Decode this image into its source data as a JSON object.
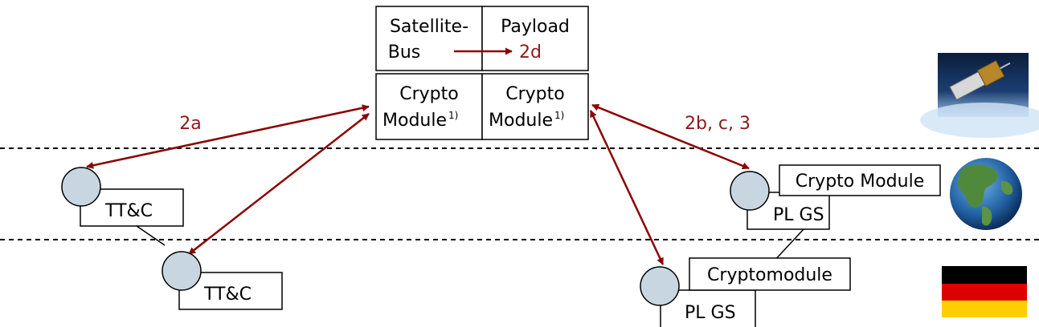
{
  "satellite": {
    "bus_line1": "Satellite-",
    "bus_line2": "Bus",
    "payload": "Payload",
    "link_2d": "2d",
    "crypto_left_line1": "Crypto",
    "crypto_left_line2": "Module",
    "crypto_left_sup": "1)",
    "crypto_right_line1": "Crypto",
    "crypto_right_line2": "Module",
    "crypto_right_sup": "1)"
  },
  "links": {
    "label_2a": "2a",
    "label_2bc3": "2b, c, 3"
  },
  "ground": {
    "ttc_upper": "TT&C",
    "ttc_lower": "TT&C",
    "crypto_module_upper": "Crypto Module",
    "plgs_upper": "PL GS",
    "cryptomodule_lower": "Cryptomodule",
    "plgs_lower": "PL GS"
  },
  "colors": {
    "arrow": "#8b0000",
    "label": "#8b1a1a",
    "node_fill": "#c8d6e2",
    "stroke": "#000000",
    "flag_black": "#000000",
    "flag_red": "#dd0000",
    "flag_gold": "#ffce00"
  },
  "icons": [
    "satellite-image-icon",
    "globe-icon",
    "germany-flag-icon"
  ]
}
